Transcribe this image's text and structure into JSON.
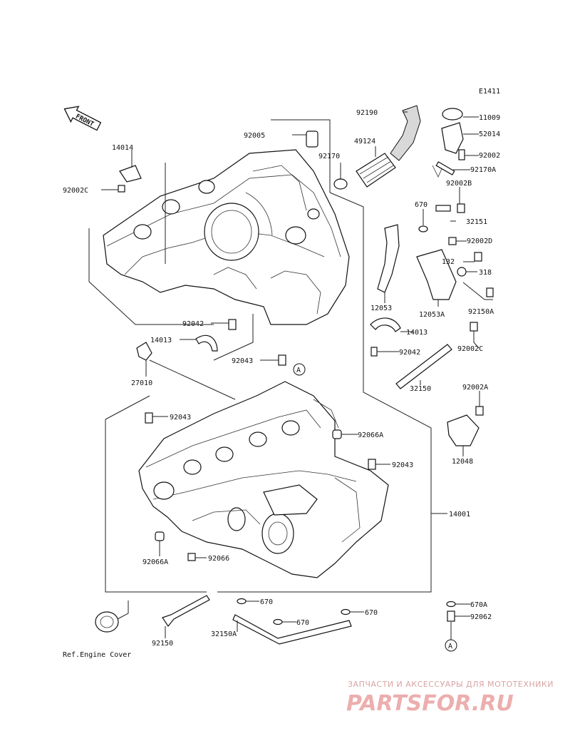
{
  "diagram_code": "E1411",
  "front_label": "FRONT",
  "ref_note": "Ref.Engine Cover",
  "marker": "A",
  "watermark": {
    "line1": "ЗАПЧАСТИ И АКСЕССУАРЫ ДЛЯ МОТОТЕХНИКИ",
    "line2": "PARTSFOR.RU"
  },
  "callouts": {
    "c11009": "11009",
    "c92190": "92190",
    "c52014": "52014",
    "c49124": "49124",
    "c92005": "92005",
    "c92170": "92170",
    "c92002": "92002",
    "c92170A": "92170A",
    "c14014": "14014",
    "c92002B": "92002B",
    "c92002C_a": "92002C",
    "c670_a": "670",
    "c32151": "32151",
    "c92002D": "92002D",
    "c132": "132",
    "c318": "318",
    "c92150A": "92150A",
    "c12053": "12053",
    "c12053A": "12053A",
    "c92042_a": "92042",
    "c14013_a": "14013",
    "c14013_b": "14013",
    "c92042_b": "92042",
    "c92002C_b": "92002C",
    "c27010": "27010",
    "c92043_a": "92043",
    "c32150": "32150",
    "c92002A": "92002A",
    "c92043_b": "92043",
    "c92066A_a": "92066A",
    "c92043_c": "92043",
    "c12048": "12048",
    "c14001": "14001",
    "c92066A_b": "92066A",
    "c92066": "92066",
    "c670_b": "670",
    "c670A": "670A",
    "c670_c": "670",
    "c670_d": "670",
    "c92062": "92062",
    "c32150A": "32150A",
    "c92150": "92150"
  }
}
